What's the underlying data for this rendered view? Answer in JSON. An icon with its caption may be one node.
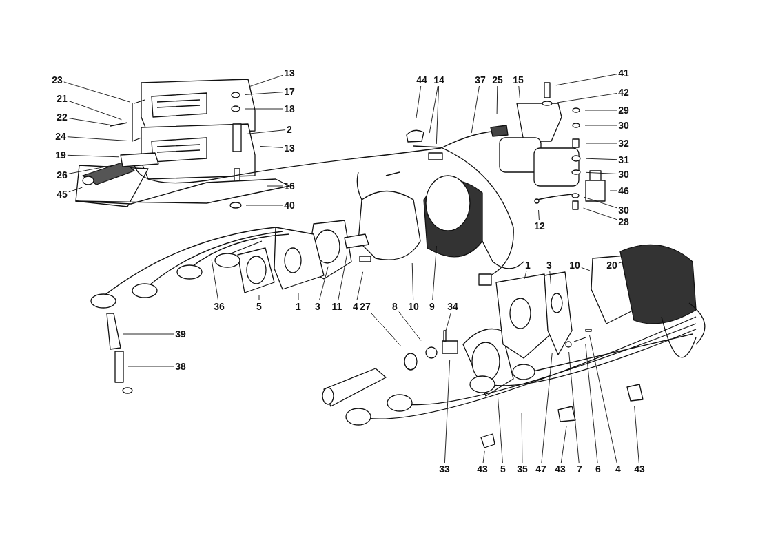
{
  "diagram": {
    "nodes": [
      {
        "text": [
          "23"
        ]
      },
      {
        "text": [
          "21"
        ]
      },
      {
        "text": [
          "22"
        ]
      },
      {
        "text": [
          "24"
        ]
      },
      {
        "text": [
          "19"
        ]
      },
      {
        "text": [
          "26"
        ]
      },
      {
        "text": [
          "45"
        ]
      },
      {
        "text": [
          "13"
        ]
      },
      {
        "text": [
          "17"
        ]
      },
      {
        "text": [
          "18"
        ]
      },
      {
        "text": [
          "2"
        ]
      },
      {
        "text": [
          "13"
        ]
      },
      {
        "text": [
          "16"
        ]
      },
      {
        "text": [
          "40"
        ]
      },
      {
        "text": [
          "44"
        ]
      },
      {
        "text": [
          "14"
        ]
      },
      {
        "text": [
          "37"
        ]
      },
      {
        "text": [
          "25"
        ]
      },
      {
        "text": [
          "15"
        ]
      },
      {
        "text": [
          "41"
        ]
      },
      {
        "text": [
          "42"
        ]
      },
      {
        "text": [
          "29"
        ]
      },
      {
        "text": [
          "30"
        ]
      },
      {
        "text": [
          "32"
        ]
      },
      {
        "text": [
          "31"
        ]
      },
      {
        "text": [
          "30"
        ]
      },
      {
        "text": [
          "46"
        ]
      },
      {
        "text": [
          "30"
        ]
      },
      {
        "text": [
          "28"
        ]
      },
      {
        "text": [
          "12"
        ]
      },
      {
        "text": [
          "1"
        ]
      },
      {
        "text": [
          "3"
        ]
      },
      {
        "text": [
          "10"
        ]
      },
      {
        "text": [
          "20"
        ]
      },
      {
        "text": [
          "36"
        ]
      },
      {
        "text": [
          "5"
        ]
      },
      {
        "text": [
          "1"
        ]
      },
      {
        "text": [
          "3"
        ]
      },
      {
        "text": [
          "11"
        ]
      },
      {
        "text": [
          "4"
        ]
      },
      {
        "text": [
          "27"
        ]
      },
      {
        "text": [
          "8"
        ]
      },
      {
        "text": [
          "10"
        ]
      },
      {
        "text": [
          "9"
        ]
      },
      {
        "text": [
          "34"
        ]
      },
      {
        "text": [
          "39"
        ]
      },
      {
        "text": [
          "38"
        ]
      },
      {
        "text": [
          "33"
        ]
      },
      {
        "text": [
          "43"
        ]
      },
      {
        "text": [
          "5"
        ]
      },
      {
        "text": [
          "35"
        ]
      },
      {
        "text": [
          "47"
        ]
      },
      {
        "text": [
          "43"
        ]
      },
      {
        "text": [
          "7"
        ]
      },
      {
        "text": [
          "6"
        ]
      },
      {
        "text": [
          "4"
        ]
      },
      {
        "text": [
          "43"
        ]
      }
    ],
    "edges": [
      {
        "from": 0,
        "to": null,
        "arrow": "none"
      },
      {
        "from": 1,
        "to": null,
        "arrow": "none"
      },
      {
        "from": 2,
        "to": null,
        "arrow": "none"
      },
      {
        "from": 3,
        "to": null,
        "arrow": "none"
      },
      {
        "from": 4,
        "to": null,
        "arrow": "none"
      },
      {
        "from": 5,
        "to": null,
        "arrow": "none"
      },
      {
        "from": 6,
        "to": null,
        "arrow": "none"
      },
      {
        "from": 7,
        "to": null,
        "arrow": "none"
      },
      {
        "from": 8,
        "to": null,
        "arrow": "none"
      },
      {
        "from": 9,
        "to": null,
        "arrow": "none"
      },
      {
        "from": 10,
        "to": null,
        "arrow": "none"
      },
      {
        "from": 11,
        "to": null,
        "arrow": "none"
      },
      {
        "from": 12,
        "to": null,
        "arrow": "none"
      },
      {
        "from": 13,
        "to": null,
        "arrow": "none"
      },
      {
        "from": 14,
        "to": null,
        "arrow": "none"
      },
      {
        "from": 15,
        "to": null,
        "arrow": "none"
      },
      {
        "from": 15,
        "to": null,
        "arrow": "none"
      },
      {
        "from": 16,
        "to": null,
        "arrow": "none"
      },
      {
        "from": 17,
        "to": null,
        "arrow": "none"
      },
      {
        "from": 18,
        "to": null,
        "arrow": "none"
      },
      {
        "from": 19,
        "to": null,
        "arrow": "none"
      },
      {
        "from": 20,
        "to": null,
        "arrow": "none"
      },
      {
        "from": 21,
        "to": null,
        "arrow": "none"
      },
      {
        "from": 22,
        "to": null,
        "arrow": "none"
      },
      {
        "from": 23,
        "to": null,
        "arrow": "none"
      },
      {
        "from": 24,
        "to": null,
        "arrow": "none"
      },
      {
        "from": 25,
        "to": null,
        "arrow": "none"
      },
      {
        "from": 26,
        "to": null,
        "arrow": "none"
      },
      {
        "from": 27,
        "to": null,
        "arrow": "none"
      },
      {
        "from": 28,
        "to": null,
        "arrow": "none"
      },
      {
        "from": 29,
        "to": null,
        "arrow": "none"
      },
      {
        "from": 30,
        "to": null,
        "arrow": "none"
      },
      {
        "from": 31,
        "to": null,
        "arrow": "none"
      },
      {
        "from": 32,
        "to": null,
        "arrow": "none"
      },
      {
        "from": 33,
        "to": null,
        "arrow": "none"
      },
      {
        "from": 34,
        "to": null,
        "arrow": "none"
      },
      {
        "from": 35,
        "to": null,
        "arrow": "none"
      },
      {
        "from": 36,
        "to": null,
        "arrow": "none"
      },
      {
        "from": 37,
        "to": null,
        "arrow": "none"
      },
      {
        "from": 38,
        "to": null,
        "arrow": "none"
      },
      {
        "from": 39,
        "to": null,
        "arrow": "none"
      },
      {
        "from": 40,
        "to": null,
        "arrow": "none"
      },
      {
        "from": 41,
        "to": null,
        "arrow": "none"
      },
      {
        "from": 42,
        "to": null,
        "arrow": "none"
      },
      {
        "from": 43,
        "to": null,
        "arrow": "none"
      },
      {
        "from": 44,
        "to": null,
        "arrow": "none"
      },
      {
        "from": 45,
        "to": null,
        "arrow": "none"
      },
      {
        "from": 46,
        "to": null,
        "arrow": "none"
      },
      {
        "from": 47,
        "to": null,
        "arrow": "none"
      },
      {
        "from": 48,
        "to": null,
        "arrow": "none"
      },
      {
        "from": 49,
        "to": null,
        "arrow": "none"
      },
      {
        "from": 50,
        "to": null,
        "arrow": "none"
      },
      {
        "from": 51,
        "to": null,
        "arrow": "none"
      },
      {
        "from": 52,
        "to": null,
        "arrow": "none"
      },
      {
        "from": 53,
        "to": null,
        "arrow": "none"
      },
      {
        "from": 54,
        "to": null,
        "arrow": "none"
      },
      {
        "from": 55,
        "to": null,
        "arrow": "none"
      },
      {
        "from": 56,
        "to": null,
        "arrow": "none"
      }
    ]
  }
}
